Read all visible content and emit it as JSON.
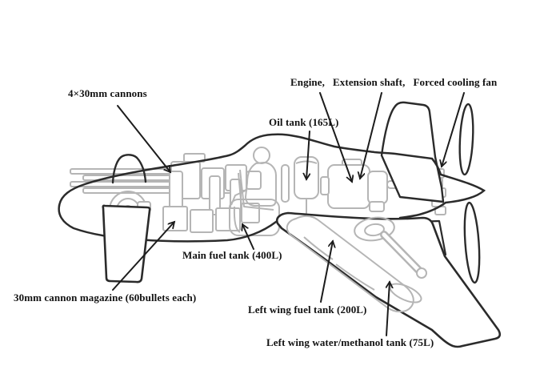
{
  "diagram": {
    "subject": "aircraft-cutaway",
    "labels": [
      {
        "id": "cannons",
        "text": "4×30mm cannons"
      },
      {
        "id": "engine-group",
        "text": "Engine,   Extension shaft,   Forced cooling fan"
      },
      {
        "id": "oil-tank",
        "text": "Oil tank (165L)"
      },
      {
        "id": "main-fuel-tank",
        "text": "Main fuel tank (400L)"
      },
      {
        "id": "cannon-magazine",
        "text": "30mm cannon magazine (60bullets each)"
      },
      {
        "id": "wing-fuel-tank",
        "text": "Left wing fuel tank (200L)"
      },
      {
        "id": "water-methanol-tank",
        "text": "Left wing water/methanol tank (75L)"
      }
    ],
    "colors": {
      "background": "#ffffff",
      "outline": "#2b2b2b",
      "component": "#b5b5b5",
      "leader": "#1c1c1c",
      "text": "#121212"
    }
  }
}
